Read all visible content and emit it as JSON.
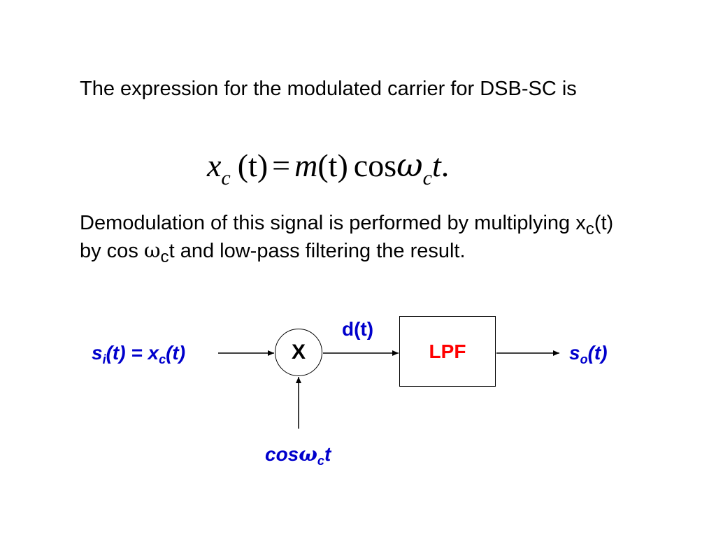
{
  "intro": {
    "text": "The expression for the modulated carrier for DSB-SC is"
  },
  "equation": {
    "lhs_var": "x",
    "lhs_sub": "c",
    "lhs_arg": "(t)",
    "equals": "=",
    "m": "m",
    "m_arg": "(t)",
    "cos": "cos",
    "omega": "ω",
    "omega_sub": "c",
    "t": "t",
    "period": "."
  },
  "demodulation": {
    "text_part1": "Demodulation of this signal is performed by multiplying x",
    "sub1": "c",
    "text_part2": "(t) by cos ",
    "omega": "ω",
    "sub2": "c",
    "text_part3": "t and low-pass filtering the result."
  },
  "diagram": {
    "input_s": "s",
    "input_s_sub": "i",
    "input_mid": "(t) = x",
    "input_x_sub": "c",
    "input_end": "(t)",
    "multiplier_label": "X",
    "intermediate_label": "d(t)",
    "filter_label": "LPF",
    "output_s": "s",
    "output_s_sub": "o",
    "output_end": "(t)",
    "carrier_cos": "cos",
    "carrier_omega": "ω",
    "carrier_sub": "c",
    "carrier_t": "t"
  },
  "colors": {
    "label": "#0000cc",
    "filter_text": "#ff0000",
    "line": "#000000"
  }
}
